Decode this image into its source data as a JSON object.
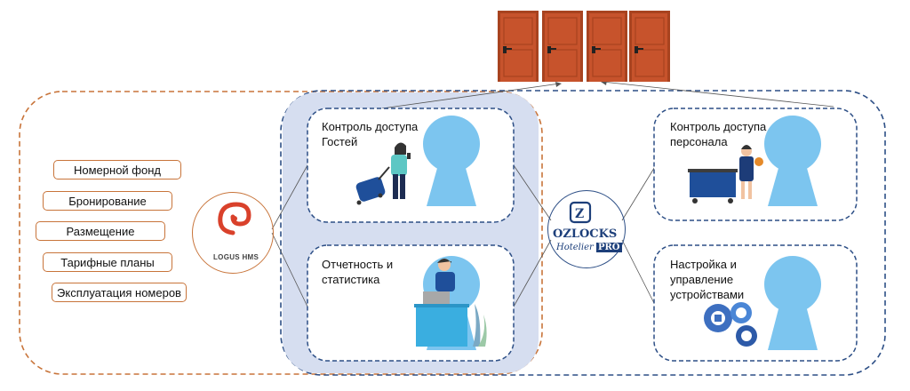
{
  "hms_modules": [
    "Номерной фонд",
    "Бронирование",
    "Размещение",
    "Тарифные планы",
    "Эксплуатация номеров"
  ],
  "logus": {
    "name": "LOGUS HMS"
  },
  "ozlocks": {
    "name": "OZLOCKS",
    "sub_script": "Hotelier",
    "sub_pro": "PRO"
  },
  "cards": {
    "guest_access": "Контроль доступа\nГостей",
    "reports": "Отчетность и\nстатистика",
    "staff_access": "Контроль доступа\nперсонала",
    "devices": "Настройка и\nуправление\nустройствами"
  },
  "colors": {
    "orange_border": "#c8743a",
    "blue_border": "#2d4f86",
    "lavender_fill": "#d6def0",
    "keyhole": "#7cc5ef",
    "door": "#c7532c",
    "logus_red": "#d9412b",
    "ozlocks_blue": "#1d3f7a"
  }
}
